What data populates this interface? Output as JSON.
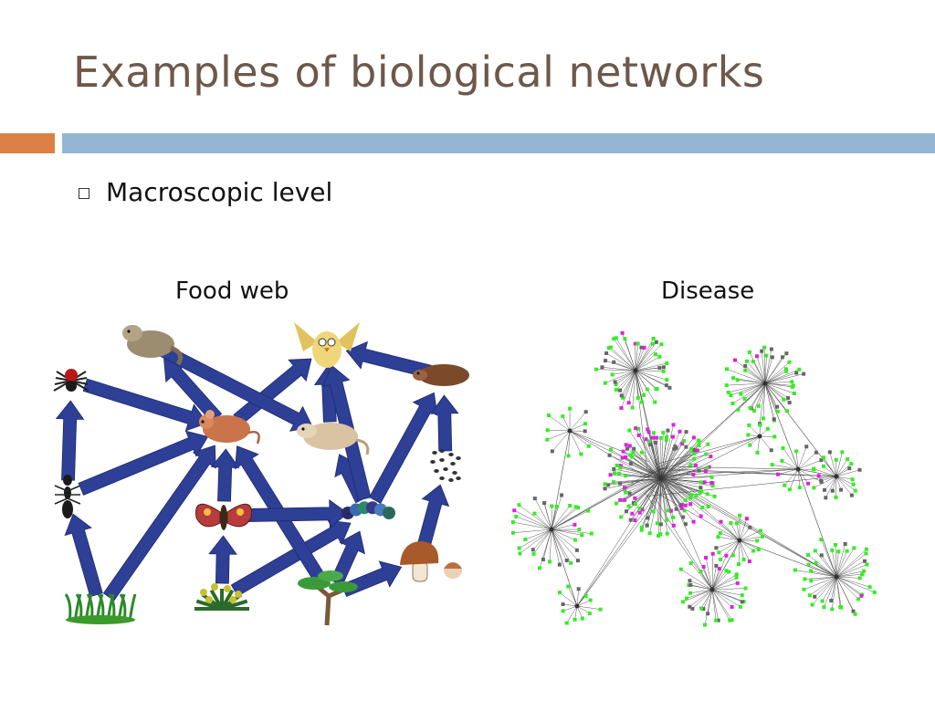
{
  "slide": {
    "title": "Examples of biological networks",
    "bullet": "Macroscopic level",
    "captions": {
      "food_web": "Food web",
      "disease": "Disease"
    }
  },
  "colors": {
    "title": "#6e5849",
    "accent_orange": "#dd8045",
    "accent_blue": "#94b5d4",
    "arrow": "#2e3f96",
    "node_green": "#33ee22",
    "node_magenta": "#e020e0",
    "node_gray": "#666666",
    "edge": "#444444"
  },
  "food_web": {
    "organisms": [
      {
        "id": "spider",
        "icon": "spider-icon"
      },
      {
        "id": "ferret",
        "icon": "ferret-icon"
      },
      {
        "id": "owl",
        "icon": "owl-icon"
      },
      {
        "id": "mole",
        "icon": "mole-icon"
      },
      {
        "id": "mouse",
        "icon": "mouse-icon"
      },
      {
        "id": "shrew",
        "icon": "shrew-icon"
      },
      {
        "id": "ant",
        "icon": "ant-icon"
      },
      {
        "id": "moth",
        "icon": "moth-icon"
      },
      {
        "id": "caterpillar",
        "icon": "caterpillar-icon"
      },
      {
        "id": "seeds",
        "icon": "seeds-icon"
      },
      {
        "id": "mushroom",
        "icon": "mushroom-icon"
      },
      {
        "id": "grass",
        "icon": "grass-icon"
      },
      {
        "id": "shrub",
        "icon": "shrub-icon"
      },
      {
        "id": "tree",
        "icon": "tree-icon"
      }
    ],
    "links": [
      [
        "grass",
        "ant"
      ],
      [
        "ant",
        "spider"
      ],
      [
        "ant",
        "mouse"
      ],
      [
        "spider",
        "mouse"
      ],
      [
        "grass",
        "mouse"
      ],
      [
        "moth",
        "mouse"
      ],
      [
        "shrub",
        "moth"
      ],
      [
        "mouse",
        "ferret"
      ],
      [
        "mouse",
        "owl"
      ],
      [
        "shrew",
        "owl"
      ],
      [
        "ferret",
        "shrew"
      ],
      [
        "caterpillar",
        "shrew"
      ],
      [
        "tree",
        "caterpillar"
      ],
      [
        "shrub",
        "caterpillar"
      ],
      [
        "tree",
        "mouse"
      ],
      [
        "caterpillar",
        "owl"
      ],
      [
        "caterpillar",
        "mole"
      ],
      [
        "mole",
        "owl"
      ],
      [
        "mushroom",
        "seeds"
      ],
      [
        "tree",
        "mushroom"
      ],
      [
        "seeds",
        "mole"
      ],
      [
        "moth",
        "caterpillar"
      ]
    ]
  },
  "disease": {
    "hubs": [
      {
        "id": "central",
        "leaves": 140,
        "magenta_ratio": 0.3
      },
      {
        "id": "top-left",
        "leaves": 46,
        "magenta_ratio": 0.12
      },
      {
        "id": "top-right",
        "leaves": 48,
        "magenta_ratio": 0.1
      },
      {
        "id": "left",
        "leaves": 34,
        "magenta_ratio": 0.05
      },
      {
        "id": "left-mid",
        "leaves": 12,
        "magenta_ratio": 0.0
      },
      {
        "id": "right-mid",
        "leaves": 14,
        "magenta_ratio": 0.1
      },
      {
        "id": "far-right",
        "leaves": 22,
        "magenta_ratio": 0.1
      },
      {
        "id": "mid",
        "leaves": 20,
        "magenta_ratio": 0.25
      },
      {
        "id": "bottom-center",
        "leaves": 36,
        "magenta_ratio": 0.12
      },
      {
        "id": "bottom-right",
        "leaves": 40,
        "magenta_ratio": 0.05
      },
      {
        "id": "top-gray",
        "leaves": 8,
        "magenta_ratio": 0.0
      },
      {
        "id": "bottom-left",
        "leaves": 12,
        "magenta_ratio": 0.0
      }
    ]
  }
}
